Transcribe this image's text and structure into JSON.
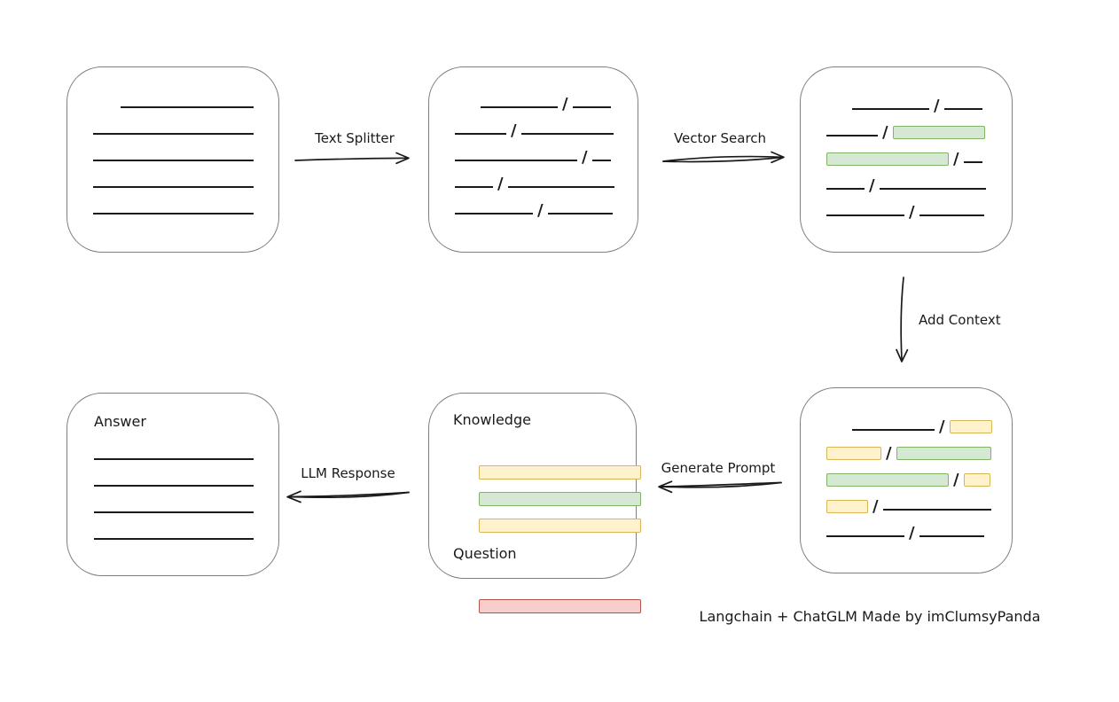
{
  "caption": "Langchain + ChatGLM Made by imClumsyPanda",
  "slash": "/",
  "colors": {
    "line": "#1a1a1a",
    "box_border": "#7f7f7f",
    "green_fill": "#d5e8d4",
    "green_border": "#82b366",
    "yellow_fill": "#fff2cc",
    "yellow_border": "#d6b656",
    "red_fill": "#f8cecc",
    "red_border": "#b85450"
  },
  "labels": {
    "text_splitter": "Text Splitter",
    "vector_search": "Vector Search",
    "add_context": "Add Context",
    "generate_prompt": "Generate Prompt",
    "llm_response": "LLM Response",
    "knowledge": "Knowledge",
    "question": "Question",
    "answer": "Answer"
  },
  "boxes": {
    "document": {
      "rows": [
        [
          {
            "t": "gap",
            "w": 31
          },
          {
            "t": "line",
            "w": 150
          }
        ],
        [
          {
            "t": "line",
            "w": 181
          }
        ],
        [
          {
            "t": "line",
            "w": 181
          }
        ],
        [
          {
            "t": "line",
            "w": 181
          }
        ],
        [
          {
            "t": "line",
            "w": 181
          }
        ]
      ]
    },
    "chunks": {
      "rows": [
        [
          {
            "t": "gap",
            "w": 29
          },
          {
            "t": "line",
            "w": 87
          },
          {
            "t": "slash"
          },
          {
            "t": "line",
            "w": 43
          }
        ],
        [
          {
            "t": "line",
            "w": 58
          },
          {
            "t": "slash"
          },
          {
            "t": "line",
            "w": 104
          }
        ],
        [
          {
            "t": "line",
            "w": 138
          },
          {
            "t": "slash"
          },
          {
            "t": "line",
            "w": 21
          }
        ],
        [
          {
            "t": "line",
            "w": 43
          },
          {
            "t": "slash"
          },
          {
            "t": "line",
            "w": 120
          }
        ],
        [
          {
            "t": "line",
            "w": 88
          },
          {
            "t": "slash"
          },
          {
            "t": "line",
            "w": 73
          }
        ]
      ]
    },
    "retrieved": {
      "rows": [
        [
          {
            "t": "gap",
            "w": 29
          },
          {
            "t": "line",
            "w": 87
          },
          {
            "t": "slash"
          },
          {
            "t": "line",
            "w": 43
          }
        ],
        [
          {
            "t": "line",
            "w": 58
          },
          {
            "t": "slash"
          },
          {
            "t": "green",
            "w": 104
          }
        ],
        [
          {
            "t": "green",
            "w": 138
          },
          {
            "t": "slash"
          },
          {
            "t": "line",
            "w": 21
          }
        ],
        [
          {
            "t": "line",
            "w": 43
          },
          {
            "t": "slash"
          },
          {
            "t": "line",
            "w": 120
          }
        ],
        [
          {
            "t": "line",
            "w": 88
          },
          {
            "t": "slash"
          },
          {
            "t": "line",
            "w": 73
          }
        ]
      ]
    },
    "context": {
      "rows": [
        [
          {
            "t": "gap",
            "w": 29
          },
          {
            "t": "line",
            "w": 93
          },
          {
            "t": "slash"
          },
          {
            "t": "yellow",
            "w": 48
          }
        ],
        [
          {
            "t": "yellow",
            "w": 62
          },
          {
            "t": "slash"
          },
          {
            "t": "green",
            "w": 107
          }
        ],
        [
          {
            "t": "green",
            "w": 138
          },
          {
            "t": "slash"
          },
          {
            "t": "yellow",
            "w": 30
          }
        ],
        [
          {
            "t": "yellow",
            "w": 47
          },
          {
            "t": "slash"
          },
          {
            "t": "line",
            "w": 122
          }
        ],
        [
          {
            "t": "line",
            "w": 88
          },
          {
            "t": "slash"
          },
          {
            "t": "line",
            "w": 73
          }
        ]
      ]
    },
    "prompt": {
      "knowledge_rows": [
        [
          {
            "t": "yellow",
            "w": 183
          }
        ],
        [
          {
            "t": "green",
            "w": 183
          }
        ],
        [
          {
            "t": "yellow",
            "w": 183
          }
        ]
      ],
      "question_rows": [
        [
          {
            "t": "red",
            "w": 183
          }
        ]
      ]
    },
    "answer": {
      "rows": [
        [
          {
            "t": "line",
            "w": 180
          }
        ],
        [
          {
            "t": "line",
            "w": 180
          }
        ],
        [
          {
            "t": "line",
            "w": 180
          }
        ],
        [
          {
            "t": "line",
            "w": 180
          }
        ]
      ]
    }
  }
}
